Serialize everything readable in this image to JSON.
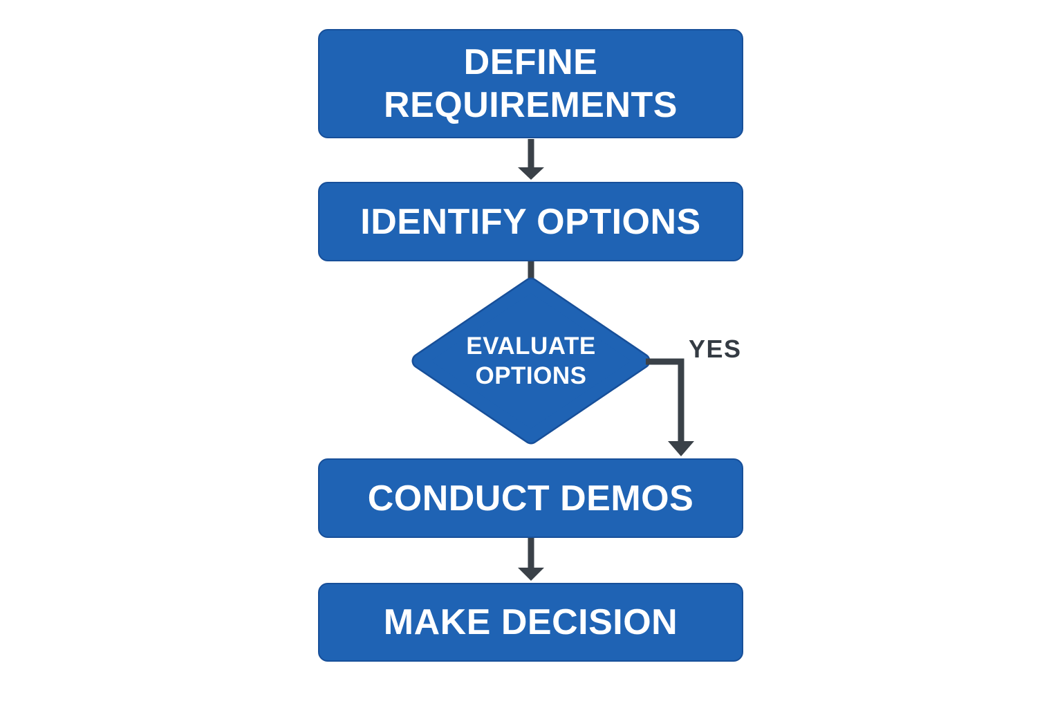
{
  "colors": {
    "node_fill": "#1f63b4",
    "node_border": "#174f99",
    "node_text": "#ffffff",
    "connector": "#3a4148",
    "edge_label_text": "#343b43",
    "background": "#ffffff"
  },
  "flowchart": {
    "title": "",
    "nodes": [
      {
        "id": "define-requirements",
        "type": "process",
        "label": "DEFINE\nREQUIREMENTS"
      },
      {
        "id": "identify-options",
        "type": "process",
        "label": "IDENTIFY OPTIONS"
      },
      {
        "id": "evaluate-options",
        "type": "decision",
        "label": "EVALUATE\nOPTIONS"
      },
      {
        "id": "conduct-demos",
        "type": "process",
        "label": "CONDUCT DEMOS"
      },
      {
        "id": "make-decision",
        "type": "process",
        "label": "MAKE DECISION"
      }
    ],
    "edges": [
      {
        "from": "define-requirements",
        "to": "identify-options",
        "label": ""
      },
      {
        "from": "identify-options",
        "to": "evaluate-options",
        "label": ""
      },
      {
        "from": "evaluate-options",
        "to": "conduct-demos",
        "label": "YES",
        "route": "right-then-down"
      },
      {
        "from": "conduct-demos",
        "to": "make-decision",
        "label": ""
      }
    ]
  }
}
